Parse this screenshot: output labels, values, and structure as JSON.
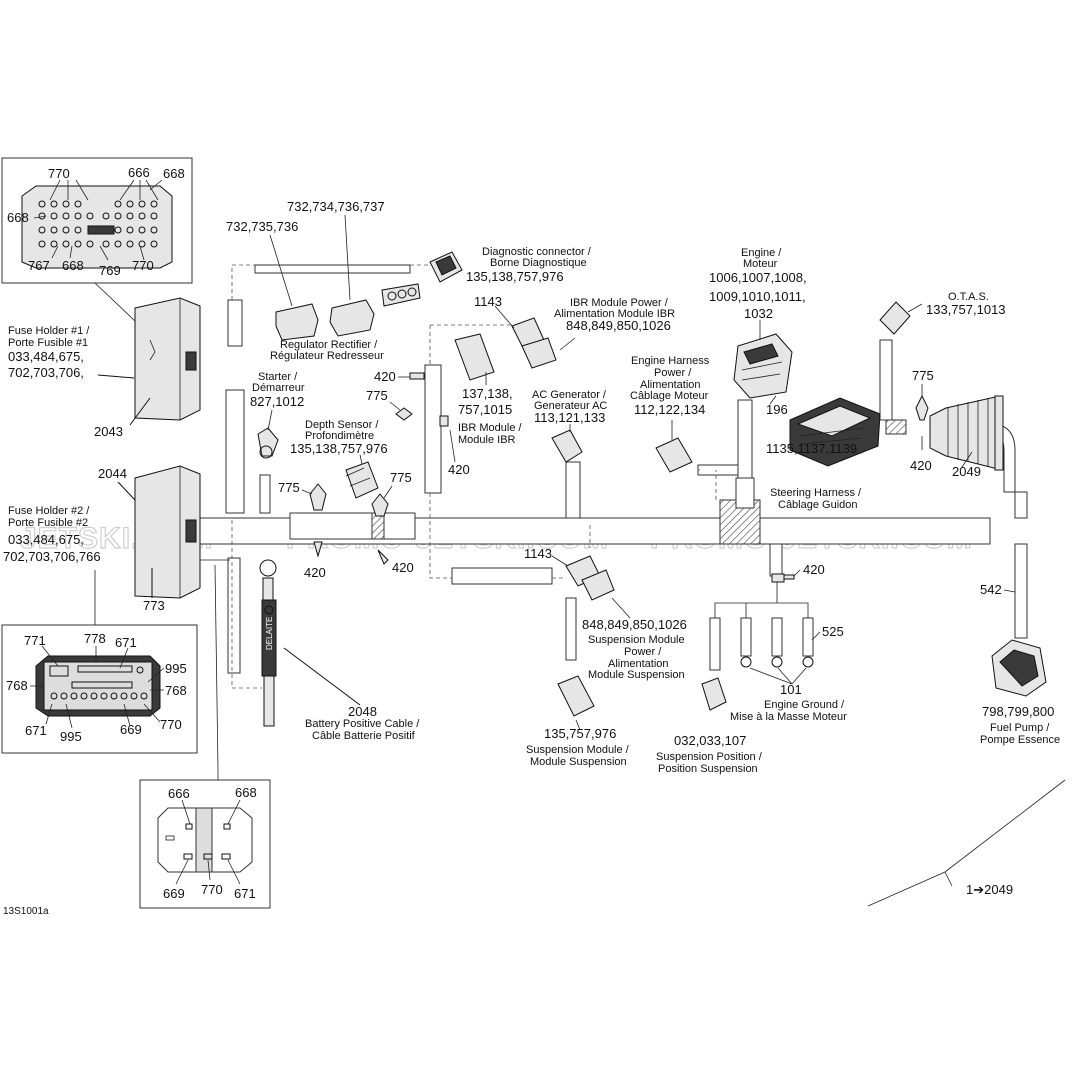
{
  "watermark": "PROMO-JETSKI.COM",
  "watermark_left": "JETSKI.COM",
  "figure_id": "13S1001a",
  "callouts": {
    "inset1_770": "770",
    "inset1_666": "666",
    "inset1_668a": "668",
    "inset1_668b": "668",
    "inset1_767": "767",
    "inset1_668c": "668",
    "inset1_769": "769",
    "inset1_770b": "770",
    "inset2_771": "771",
    "inset2_778": "778",
    "inset2_671": "671",
    "inset2_995a": "995",
    "inset2_768a": "768",
    "inset2_768b": "768",
    "inset2_671b": "671",
    "inset2_995b": "995",
    "inset2_669": "669",
    "inset2_770": "770",
    "inset3_666": "666",
    "inset3_668": "668",
    "inset3_669": "669",
    "inset3_770": "770",
    "inset3_671": "671",
    "p2043": "2043",
    "p2044": "2044",
    "p773": "773",
    "p2048": "2048",
    "p2049": "2049",
    "p420a": "420",
    "p420b": "420",
    "p420c": "420",
    "p420d": "420",
    "p420e": "420",
    "p420f": "420",
    "p775a": "775",
    "p775b": "775",
    "p775c": "775",
    "p775d": "775",
    "p1143a": "1143",
    "p1143b": "1143",
    "p196": "196",
    "p542": "542",
    "p525": "525",
    "p101": "101",
    "range": "1➔2049"
  },
  "labels": {
    "fuse1_name": "Fuse Holder #1 /",
    "fuse1_name_fr": "Porte Fusible #1",
    "fuse1_nums1": "033,484,675,",
    "fuse1_nums2": "702,703,706,",
    "fuse2_name": "Fuse Holder #2 /",
    "fuse2_name_fr": "Porte Fusible #2",
    "fuse2_nums1": "033,484,675,",
    "fuse2_nums2": "702,703,706,766",
    "reg_nums1": "732,734,736,737",
    "reg_nums2": "732,735,736",
    "reg_name": "Regulator Rectifier /",
    "reg_name_fr": "Régulateur Redresseur",
    "diag_name": "Diagnostic connector /",
    "diag_name_fr": "Borne Diagnostique",
    "diag_nums": "135,138,757,976",
    "ibr_power": "IBR Module Power /",
    "ibr_power_fr": "Alimentation Module IBR",
    "ibr_power_nums": "848,849,850,1026",
    "ibr_nums1": "137,138,",
    "ibr_nums2": "757,1015",
    "ibr_name": "IBR Module /",
    "ibr_name_fr": "Module IBR",
    "starter_name": "Starter /",
    "starter_name_fr": "Démarreur",
    "starter_nums": "827,1012",
    "depth_name": "Depth Sensor /",
    "depth_name_fr": "Profondimètre",
    "depth_nums": "135,138,757,976",
    "acgen_name": "AC Generator /",
    "acgen_name_fr": "Generateur AC",
    "acgen_nums": "113,121,133",
    "enh_name1": "Engine Harness",
    "enh_name2": "Power /",
    "enh_name3": "Alimentation",
    "enh_name4": "Câblage Moteur",
    "enh_nums": "112,122,134",
    "engine_name": "Engine /",
    "engine_name_fr": "Moteur",
    "engine_nums1": "1006,1007,1008,",
    "engine_nums2": "1009,1010,1011,",
    "engine_nums3": "1032",
    "otas_name": "O.T.A.S.",
    "otas_nums": "133,757,1013",
    "steer_nums": "1135,1137,1139",
    "steer_name": "Steering Harness /",
    "steer_name_fr": "Câblage Guidon",
    "susp_power_nums": "848,849,850,1026",
    "susp_power1": "Suspension Module",
    "susp_power2": "Power /",
    "susp_power3": "Alimentation",
    "susp_power4": "Module Suspension",
    "susp_mod_nums": "135,757,976",
    "susp_mod_name": "Suspension Module /",
    "susp_mod_name_fr": "Module Suspension",
    "susp_pos_nums": "032,033,107",
    "susp_pos_name": "Suspension Position /",
    "susp_pos_name_fr": "Position Suspension",
    "ground_name": "Engine Ground /",
    "ground_name_fr": "Mise à la Masse Moteur",
    "battery_name": "Battery Positive Cable /",
    "battery_name_fr": "Câble Batterie Positif",
    "fuel_nums": "798,799,800",
    "fuel_name": "Fuel Pump /",
    "fuel_name_fr": "Pompe Essence",
    "cable_tag": "DELAITE"
  }
}
